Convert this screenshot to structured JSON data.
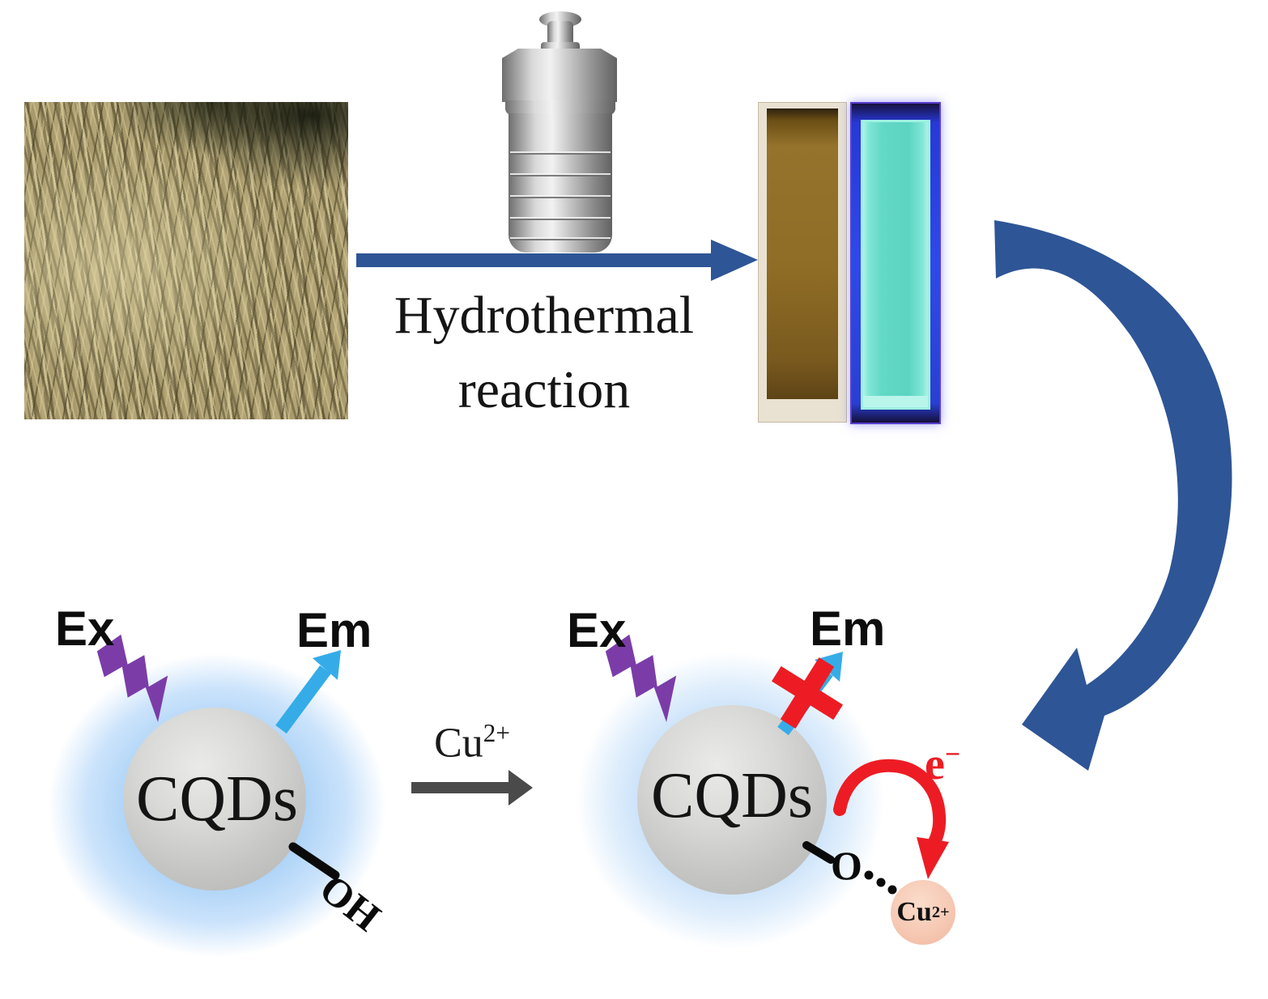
{
  "colors": {
    "arrow_blue": "#2E5596",
    "bolt_purple": "#7B3CA8",
    "em_cyan": "#35ACE8",
    "quench_red": "#ED1C24",
    "ion_pink": "#F6C9B4",
    "sphere_gray": "#C9C9C7",
    "glow_blue": "#A8D0F6",
    "cu_arrow_gray": "#4A4A4A",
    "bond_black": "#0A0A0A"
  },
  "top_row": {
    "biomass_photo": "dried-corn-straw",
    "reactor": "hydrothermal-autoclave",
    "reaction_label": {
      "line1": "Hydrothermal",
      "line2": "reaction"
    },
    "cuvettes": {
      "daylight": "brown-solution",
      "uv": "cyan-fluorescent-solution"
    }
  },
  "bottom_row": {
    "left_cqd": {
      "ex_label": "Ex",
      "em_label": "Em",
      "core_label": "CQDs",
      "hydroxyl_label": "OH"
    },
    "cu_arrow": {
      "element": "Cu",
      "charge": "2+"
    },
    "right_cqd": {
      "ex_label": "Ex",
      "em_label": "Em",
      "core_label": "CQDs",
      "oxygen_label": "O",
      "electron_base": "e",
      "electron_charge": "−",
      "ion_element": "Cu",
      "ion_charge": "2+"
    }
  }
}
